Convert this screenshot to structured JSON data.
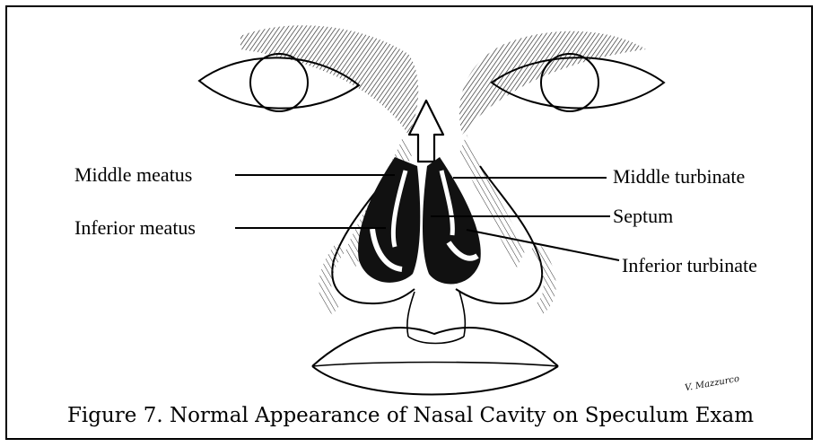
{
  "labels": {
    "middle_meatus": "Middle meatus",
    "inferior_meatus": "Inferior meatus",
    "middle_turbinate": "Middle turbinate",
    "septum": "Septum",
    "inferior_turbinate": "Inferior turbinate"
  },
  "caption": "Figure 7. Normal Appearance of Nasal Cavity on Speculum Exam",
  "signature": "V. Mazzurco"
}
